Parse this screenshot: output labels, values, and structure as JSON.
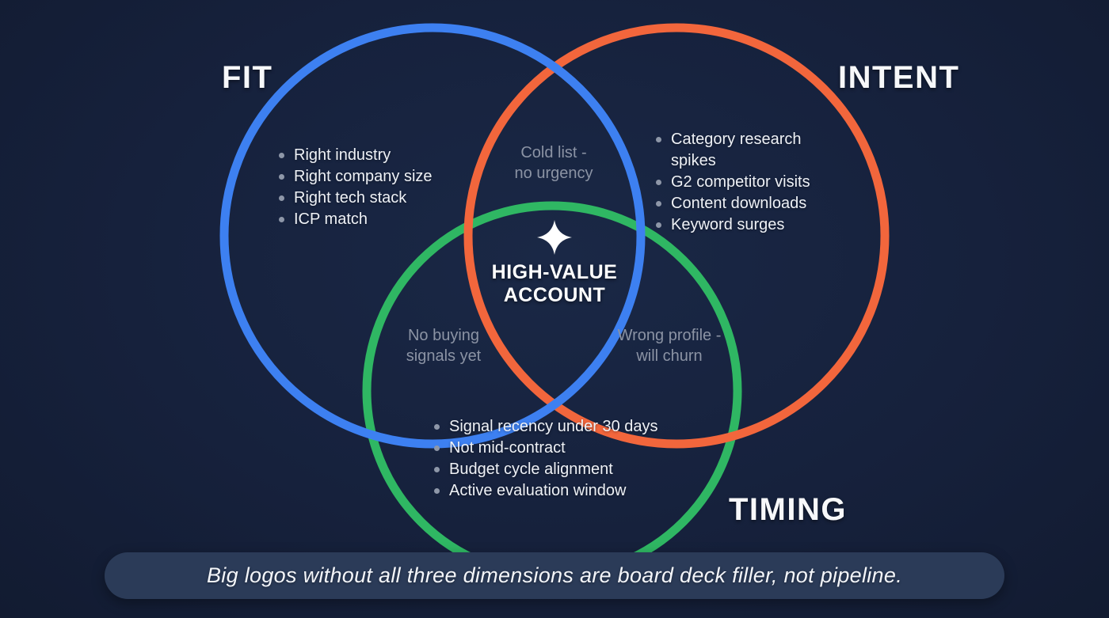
{
  "colors": {
    "background": "#16213c",
    "fit_circle": "#3d80f1",
    "intent_circle": "#f2663c",
    "timing_circle": "#2fb763",
    "banner_bg": "#2b3b58",
    "muted_label": "#8b93a4",
    "text": "#eef1f6"
  },
  "venn": {
    "fit": {
      "label": "FIT",
      "items": [
        "Right industry",
        "Right company size",
        "Right tech stack",
        "ICP match"
      ]
    },
    "intent": {
      "label": "INTENT",
      "items": [
        "Category research spikes",
        "G2 competitor visits",
        "Content downloads",
        "Keyword surges"
      ]
    },
    "timing": {
      "label": "TIMING",
      "items": [
        "Signal recency under 30 days",
        "Not mid-contract",
        "Budget cycle alignment",
        "Active evaluation window"
      ]
    },
    "overlaps": {
      "fit_intent": "Cold list -\nno urgency",
      "fit_timing": "No buying\nsignals yet",
      "intent_timing": "Wrong profile -\nwill churn"
    },
    "center": {
      "icon": "sparkle-icon",
      "title": "HIGH-VALUE\nACCOUNT"
    }
  },
  "banner": {
    "text": "Big logos without all three dimensions are board deck filler, not pipeline."
  }
}
